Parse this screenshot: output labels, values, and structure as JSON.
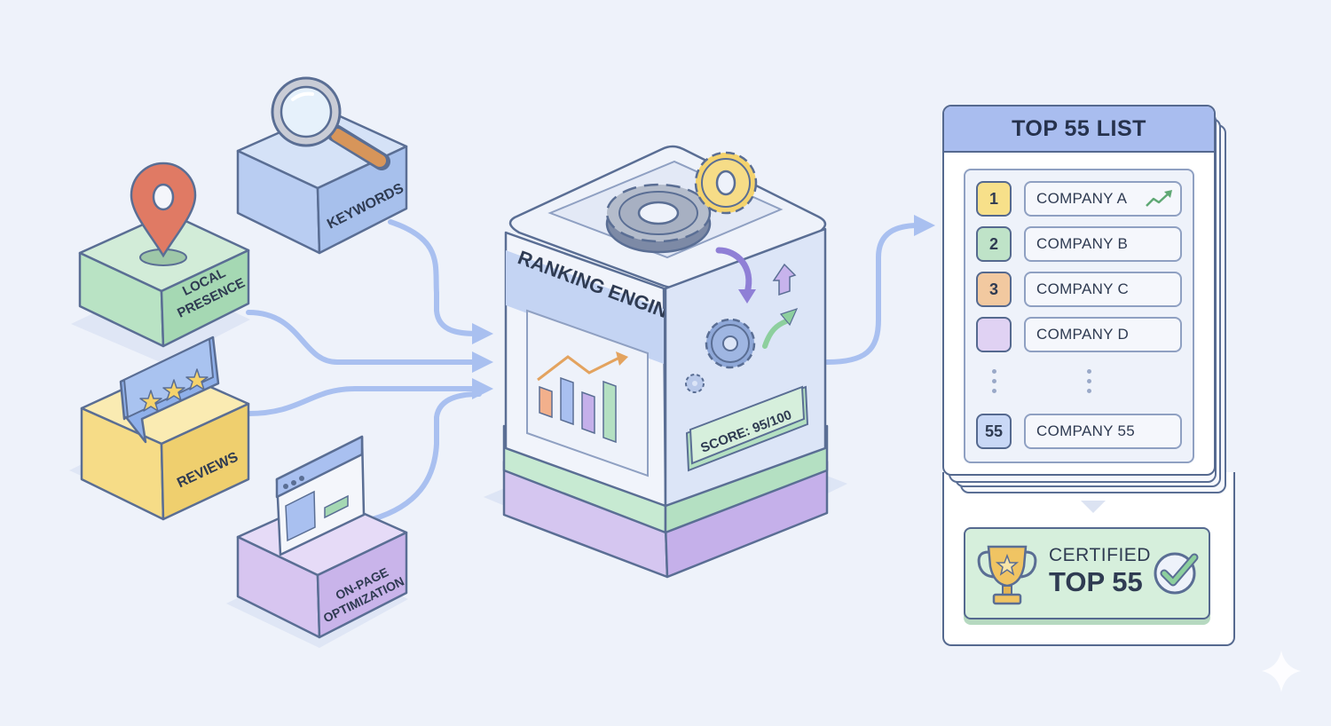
{
  "inputs": {
    "keywords": "KEYWORDS",
    "local_line1": "LOCAL",
    "local_line2": "PRESENCE",
    "reviews": "REVIEWS",
    "onpage_line1": "ON-PAGE",
    "onpage_line2": "OPTIMIZATION"
  },
  "engine": {
    "title": "RANKING ENGINE",
    "score": "SCORE: 95/100"
  },
  "list": {
    "title": "TOP 55 LIST",
    "rows": [
      {
        "rank": "1",
        "name": "COMPANY A",
        "color": "#f7e08a"
      },
      {
        "rank": "2",
        "name": "COMPANY B",
        "color": "#bfe3c8"
      },
      {
        "rank": "3",
        "name": "COMPANY C",
        "color": "#f2c9a0"
      },
      {
        "rank": "",
        "name": "COMPANY D",
        "color": "#e0d2f3"
      },
      {
        "rank": "55",
        "name": "COMPANY 55",
        "color": "#c9d8f6"
      }
    ]
  },
  "certificate": {
    "line1": "CERTIFIED",
    "line2": "TOP 55"
  },
  "colors": {
    "background": "#eef2fa",
    "flow_arrow": "#a9c0f0",
    "keywords_block": "#b9cdf2",
    "local_block": "#b9e3c4",
    "reviews_block": "#f6dc87",
    "onpage_block": "#d7c5f0",
    "header": "#a9bdef",
    "certificate": "#d6efdc"
  }
}
